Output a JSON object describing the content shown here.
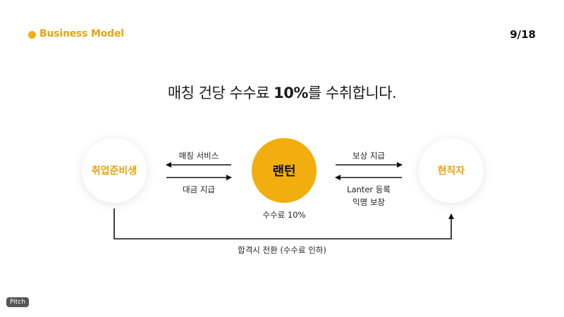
{
  "header": {
    "section_label": "Business Model",
    "page_number": "9/18"
  },
  "headline": {
    "prefix": "매칭 건당 수수료 ",
    "highlight": "10%",
    "suffix": "를 수취합니다."
  },
  "diagram": {
    "left_node": "취업준비생",
    "center_node": "랜턴",
    "right_node": "현직자",
    "left_top_label": "매칭 서비스",
    "left_bottom_label": "대금 지급",
    "right_top_label": "보상 지급",
    "right_bottom_label_line1": "Lanter 등록",
    "right_bottom_label_line2": "익명 보장",
    "center_caption": "수수료 10%",
    "bottom_caption": "합격시 전환 (수수료 인하)"
  },
  "badge": {
    "label": "Pitch"
  },
  "colors": {
    "accent": "#f2ae0f",
    "text": "#1a1a1a"
  }
}
